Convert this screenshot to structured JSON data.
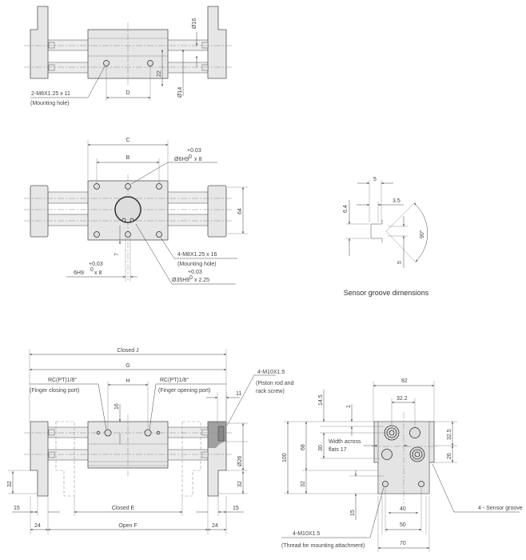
{
  "top_view": {
    "dim_d": "D",
    "dim_dia16": "Ø16",
    "dim_22": "22",
    "dim_dia14": "Ø14",
    "hole_label": "2-M8X1.25 x 11",
    "hole_note": "(Mounting hole)"
  },
  "front_view": {
    "dim_c": "C",
    "dim_b": "B",
    "dim_64": "64",
    "dim_7": "7",
    "pin_tol": "+0.03",
    "pin_tol_zero": "0",
    "pin_label": "Ø6H9",
    "pin_depth": "x 8",
    "hole_label": "4-M8X1.25 x 16",
    "hole_note": "(Mounting hole)",
    "pin2_tol": "+0.03",
    "pin2_tol_zero": "0",
    "pin2_label": "6H9",
    "pin2_depth": "x 8",
    "bore_tol": "+0.03",
    "bore_tol_zero": "0",
    "bore_label": "Ø35H9",
    "bore_depth": "x 2.25"
  },
  "sensor_groove": {
    "dim_5_top": "5",
    "dim_3_5": "3.5",
    "dim_6_4": "6.4",
    "dim_90": "90°",
    "dim_5_bottom": "5",
    "caption": "Sensor groove dimensions"
  },
  "side_view": {
    "closed_j": "Closed J",
    "g": "G",
    "h": "H",
    "dim_16": "16",
    "dim_11": "11",
    "closing_port": "RC(PT)1/8\"",
    "closing_note": "(Finger closing port)",
    "opening_port": "RC(PT)1/8\"",
    "opening_note": "(Finger opening port)",
    "screw_label": "4-M10X1.5",
    "screw_note1": "(Piston rod and",
    "screw_note2": "rack screw)",
    "dim_dia26": "Ø26",
    "dim_32_left": "32",
    "dim_32_right": "32",
    "dim_15_left": "15",
    "dim_15_right": "15",
    "closed_e": "Closed E",
    "dim_24_left": "24",
    "dim_24_right": "24",
    "open_f": "Open F"
  },
  "end_view": {
    "dim_82": "82",
    "dim_32_2": "32.2",
    "dim_14_5": "14.5",
    "dim_1": "1",
    "dim_100": "100",
    "dim_68": "68",
    "dim_30": "30",
    "dim_32": "32",
    "dim_15": "15",
    "flats_1": "Width across",
    "flats_2": "flats 17",
    "dim_32_5": "32.5",
    "dim_26": "26",
    "dim_40": "40",
    "dim_50": "50",
    "dim_70": "70",
    "sensor_label": "4 - Sensor groove",
    "thread_label": "4-M10X1.5",
    "thread_note": "(Thread for mounting attachment)"
  }
}
